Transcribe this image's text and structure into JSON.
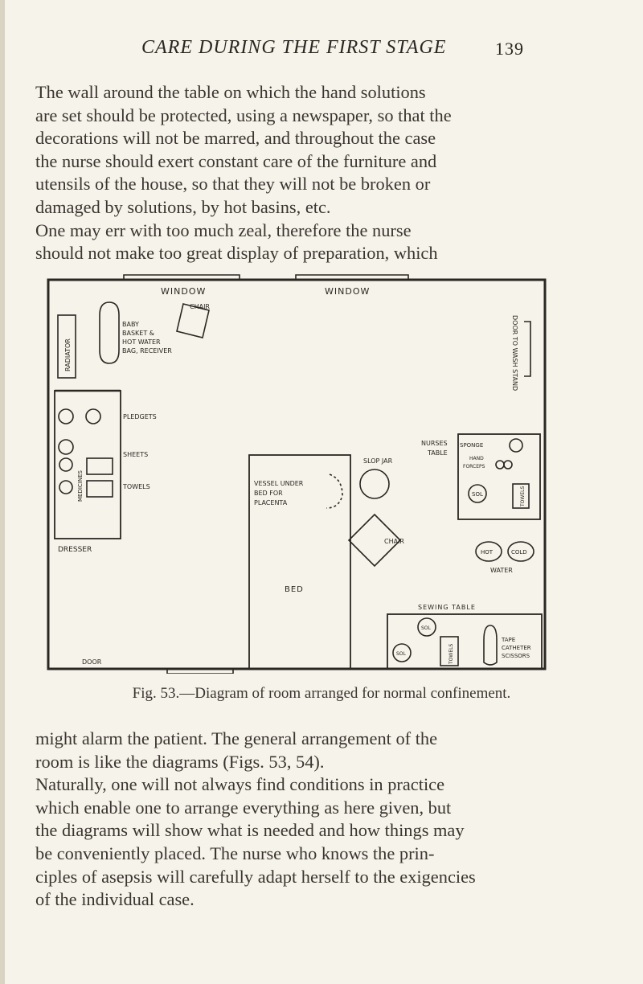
{
  "header": {
    "running_title": "CARE DURING THE FIRST STAGE",
    "page_number": "139"
  },
  "paragraph_top": {
    "lines": [
      "The wall around the table on which the hand solutions",
      "are set should be protected, using a newspaper, so that the",
      "decorations will not be marred, and throughout the case",
      "the nurse should exert constant care of the furniture and",
      "utensils of the house, so that they will not be broken or",
      "damaged by solutions, by hot basins, etc.",
      "One may err with too much zeal, therefore the nurse",
      "should not make too great display of preparation, which"
    ]
  },
  "figure": {
    "caption": "Fig. 53.—Diagram of room arranged for normal confinement.",
    "labels": {
      "window_left": "WINDOW",
      "window_right": "WINDOW",
      "radiator": "RADIATOR",
      "chair_top": "CHAIR",
      "baby_basket_1": "BABY",
      "baby_basket_2": "BASKET &",
      "baby_basket_3": "HOT WATER",
      "baby_basket_4": "BAG, RECEIVER",
      "door_to_wash_stand": "DOOR TO WASH STAND",
      "ledgets": "PLEDGETS",
      "sheets": "SHEETS",
      "towels": "TOWELS",
      "medicines": "MEDICINES",
      "dresser": "DRESSER",
      "door": "DOOR",
      "vessel_1": "VESSEL UNDER",
      "vessel_2": "BED FOR",
      "vessel_3": "PLACENTA",
      "bed": "BED",
      "slop_jar": "SLOP JAR",
      "nurses_table_1": "NURSES",
      "nurses_table_2": "TABLE",
      "chair_right": "CHAIR",
      "sponge": "SPONGE",
      "hand": "HAND",
      "forceps": "FORCEPS",
      "sol": "SOL",
      "towels_small": "TOWELS",
      "hot": "HOT",
      "cold": "COLD",
      "water": "WATER",
      "sewing_table": "SEWING TABLE",
      "tape": "TAPE",
      "catheter": "CATHETER",
      "scissors": "SCISSORS"
    }
  },
  "paragraph_bottom": {
    "lines": [
      "might alarm the patient. The general arrangement of the",
      "room is like the diagrams (Figs. 53, 54).",
      "Naturally, one will not always find conditions in practice",
      "which enable one to arrange everything as here given, but",
      "the diagrams will show what is needed and how things may",
      "be conveniently placed. The nurse who knows the prin-",
      "ciples of asepsis will carefully adapt herself to the exigencies",
      "of the individual case."
    ]
  }
}
